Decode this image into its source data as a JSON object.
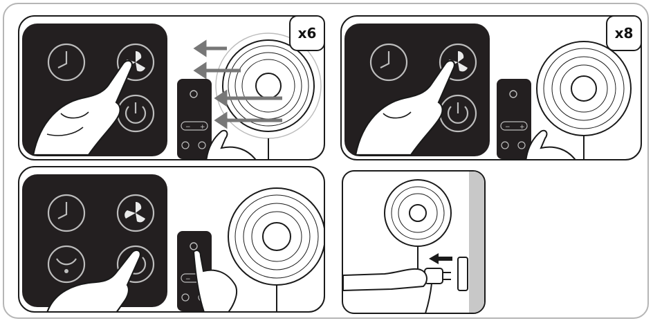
{
  "steps": [
    {
      "id": "step1",
      "badge": "x6",
      "remote_plus": "+",
      "remote_minus": "−"
    },
    {
      "id": "step2",
      "badge": "x8",
      "remote_plus": "+",
      "remote_minus": "−"
    },
    {
      "id": "step3",
      "remote_plus": "+",
      "remote_minus": "−"
    },
    {
      "id": "step4"
    }
  ],
  "colors": {
    "panel_black": "#231f20",
    "line": "#1a1a1a",
    "arrow_gray": "#777777",
    "wall_gray": "#c8c8c8"
  },
  "icons": [
    "timer-icon",
    "fan-speed-icon",
    "power-icon",
    "oscillation-icon",
    "plug-icon"
  ]
}
